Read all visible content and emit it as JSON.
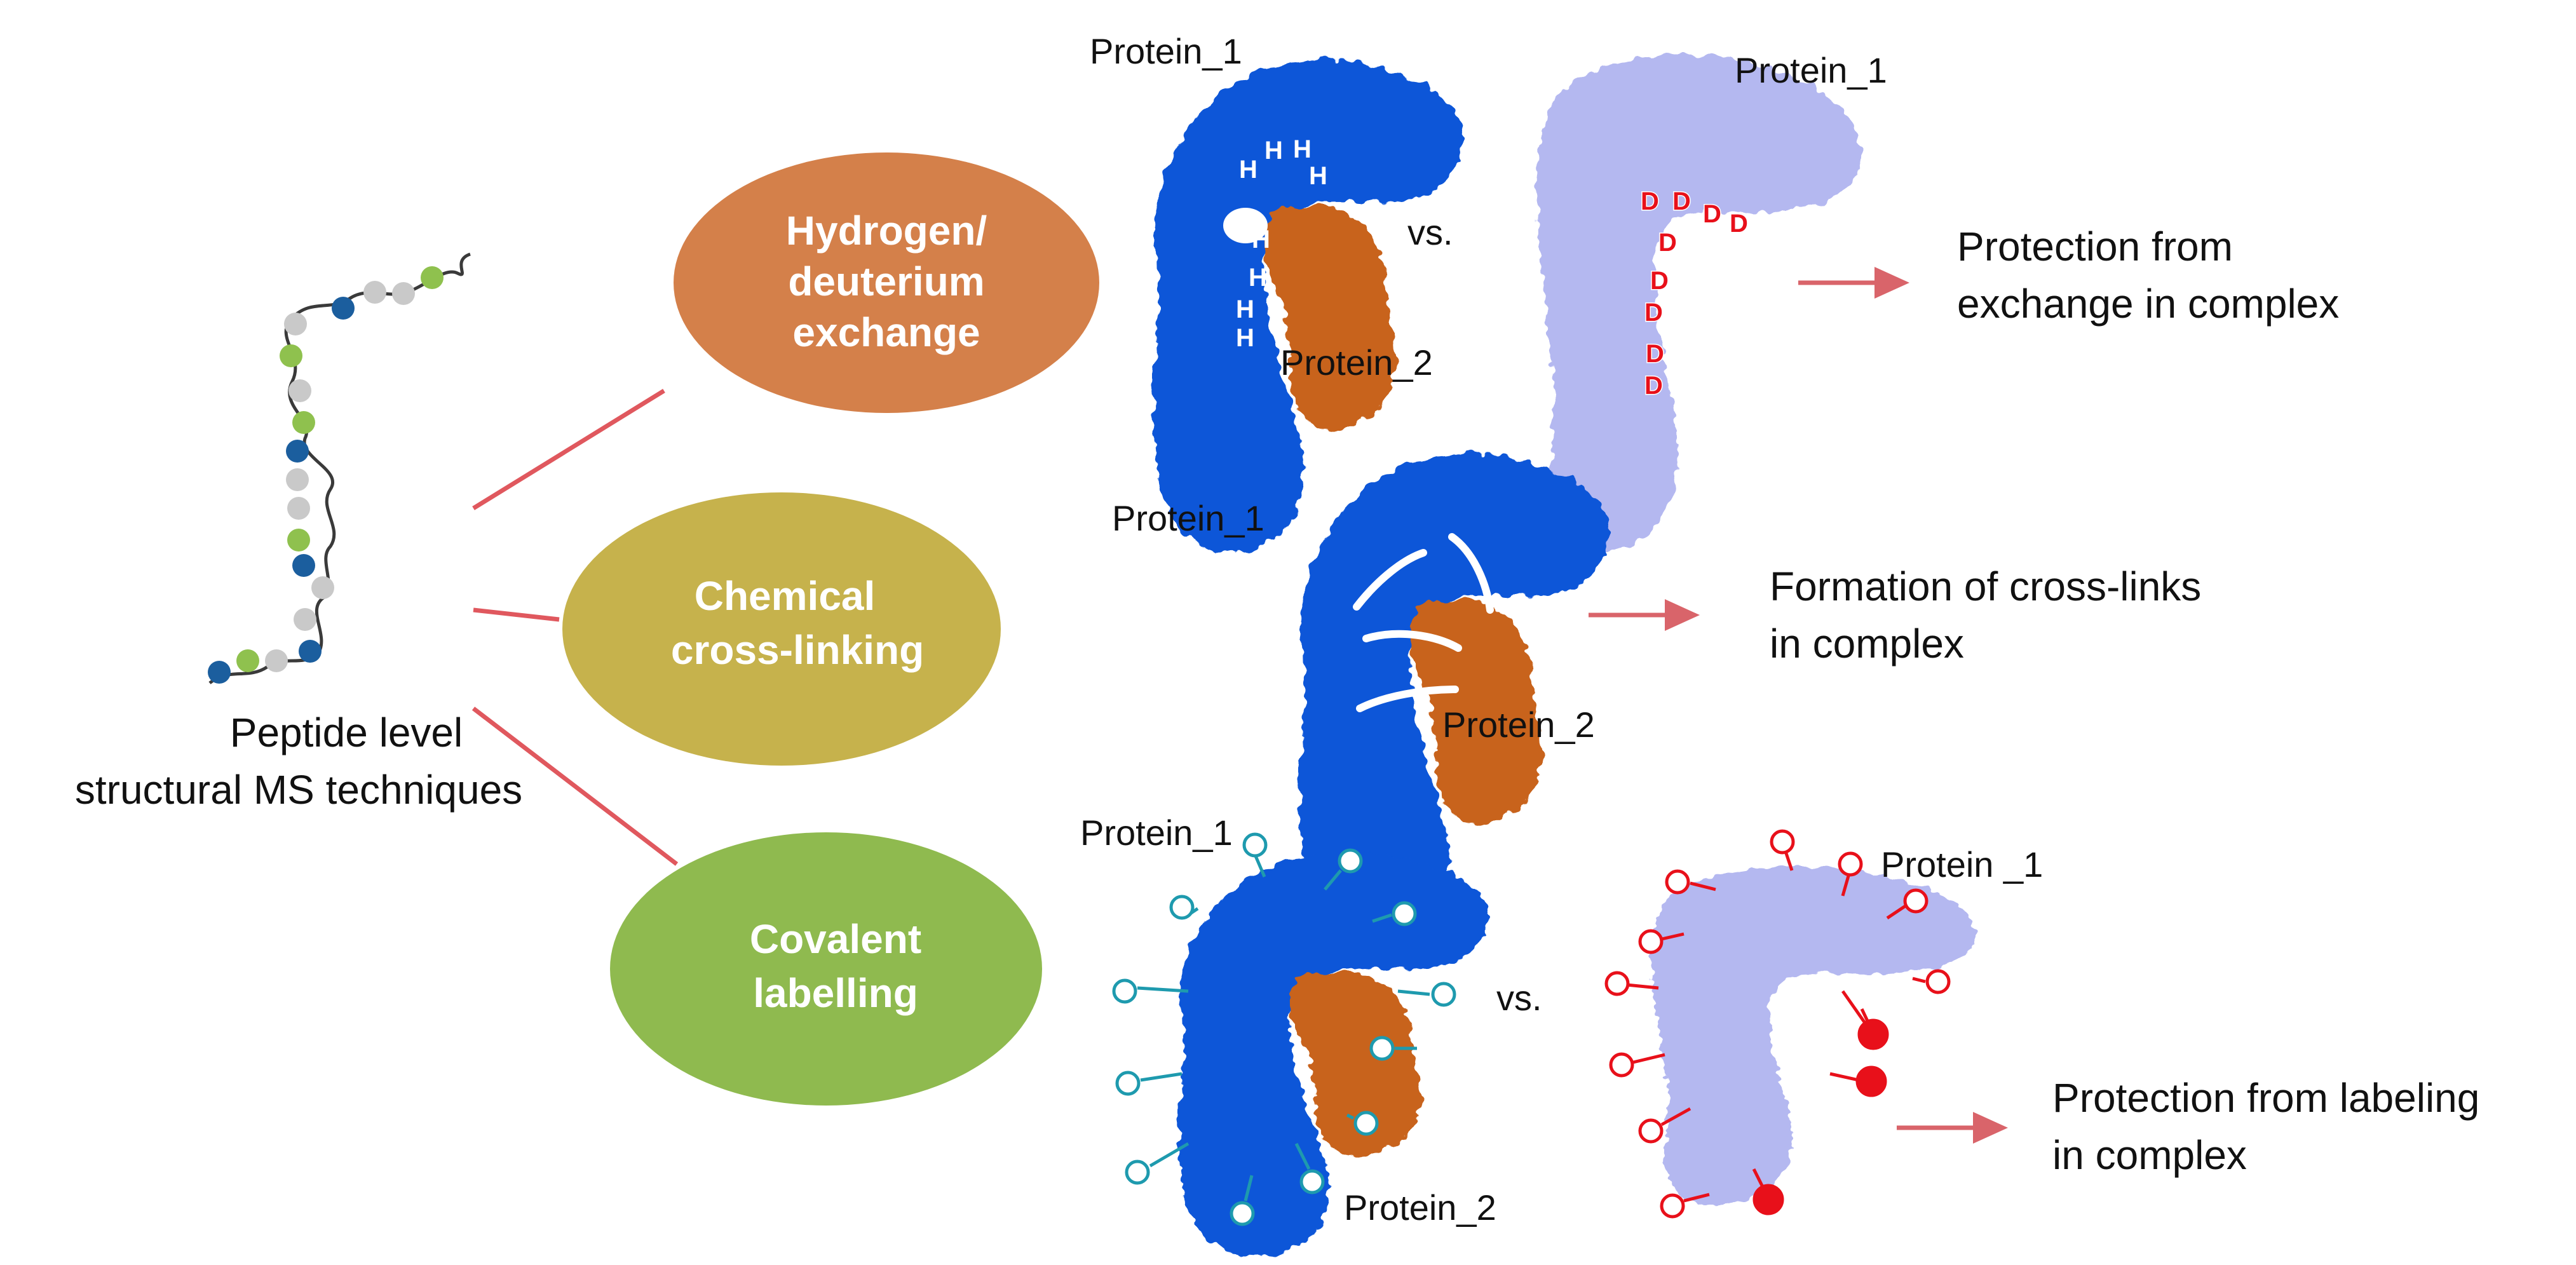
{
  "colors": {
    "blue_protein": "#1157d8",
    "orange_protein": "#c8641e",
    "lavender_protein": "#b4b8f0",
    "connector": "#e0585e",
    "arrow": "#d9646a",
    "hdx_ellipse": "#d4804a",
    "xl_ellipse": "#c6b24c",
    "cl_ellipse": "#8fba4f",
    "label_teal": "#1e9aae",
    "label_red": "#e8101a"
  },
  "peptide": {
    "label_line1": "Peptide level",
    "label_line2": "structural MS techniques"
  },
  "techniques": {
    "hdx": {
      "line1": "Hydrogen/",
      "line2": "deuterium",
      "line3": "exchange",
      "complex_protein1": "Protein_1",
      "complex_protein2": "Protein_2",
      "vs": "vs.",
      "free_protein1": "Protein_1",
      "h_symbol": "H",
      "d_symbol": "D",
      "result_line1": "Protection from",
      "result_line2": "exchange in complex"
    },
    "crosslinking": {
      "line1": "Chemical",
      "line2": "cross-linking",
      "complex_protein1": "Protein_1",
      "complex_protein2": "Protein_2",
      "result_line1": "Formation of cross-links",
      "result_line2": "in complex"
    },
    "labelling": {
      "line1": "Covalent",
      "line2": "labelling",
      "complex_protein1": "Protein_1",
      "complex_protein2": "Protein_2",
      "vs": "vs.",
      "free_protein1": "Protein _1",
      "result_line1": "Protection from labeling",
      "result_line2": "in complex"
    }
  }
}
